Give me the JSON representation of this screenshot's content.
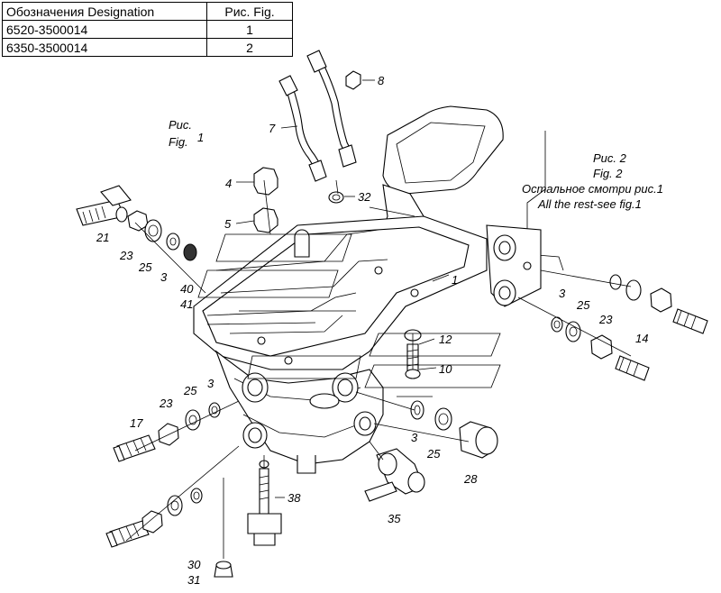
{
  "table": {
    "header": {
      "designation": "Обозначения Designation",
      "figure": "Рис. Fig."
    },
    "rows": [
      {
        "designation": "6520-3500014",
        "figure": "1"
      },
      {
        "designation": "6350-3500014",
        "figure": "2"
      }
    ]
  },
  "captions": {
    "fig1_ru": "Рис.",
    "fig1_en": "Fig.",
    "fig1_num": "1",
    "fig2_ru": "Рис. 2",
    "fig2_en": "Fig. 2",
    "fig2_rest_ru": "Остальное смотри рис.1",
    "fig2_rest_en": "All the rest-see fig.1"
  },
  "callouts": {
    "c1": "1",
    "c3a": "3",
    "c3b": "3",
    "c3c": "3",
    "c3d": "3",
    "c4": "4",
    "c5": "5",
    "c7": "7",
    "c8": "8",
    "c10": "10",
    "c12": "12",
    "c14": "14",
    "c17": "17",
    "c21": "21",
    "c23a": "23",
    "c23b": "23",
    "c23c": "23",
    "c25a": "25",
    "c25b": "25",
    "c25c": "25",
    "c25d": "25",
    "c28": "28",
    "c30": "30",
    "c31": "31",
    "c32": "32",
    "c35": "35",
    "c38": "38",
    "c40": "40",
    "c41": "41"
  }
}
